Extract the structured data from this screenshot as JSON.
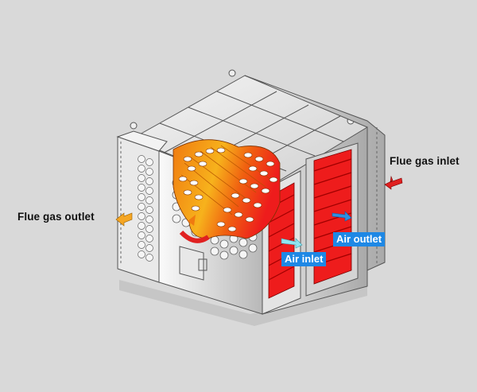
{
  "diagram": {
    "subject": "Tubular air preheater cutaway",
    "labels": {
      "flue_gas_inlet": "Flue gas inlet",
      "flue_gas_outlet": "Flue gas outlet",
      "air_inlet": "Air inlet",
      "air_outlet": "Air outlet"
    },
    "colors": {
      "background": "#d9d9d9",
      "casing_light": "#f2f2f2",
      "casing_mid": "#cfcfcf",
      "casing_dark": "#a8a8a8",
      "hot_red": "#ee1c1c",
      "tube_orange": "#f07a10",
      "tube_yellow": "#f7b21c",
      "arrow_red": "#e02020",
      "arrow_orange": "#f5a623",
      "arrow_blue": "#2f8fe0",
      "arrow_cyan": "#8fe3ef",
      "tag_blue": "#1e88e5"
    },
    "icons": {
      "flue_gas_inlet_arrow": "arrow-left-down-red",
      "flue_gas_outlet_arrow": "arrow-left-orange",
      "air_inlet_arrow": "arrow-right-cyan",
      "air_outlet_arrow": "arrow-right-blue",
      "internal_flow_arrow": "curved-arrow-red"
    }
  }
}
